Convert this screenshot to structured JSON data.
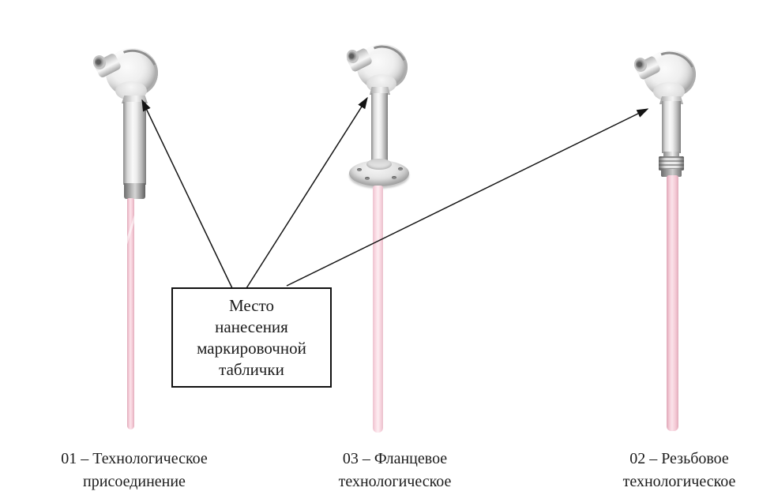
{
  "diagram": {
    "marking_box": {
      "text": "Место\nнанесения\nмаркировочной\nтаблички"
    },
    "captions": [
      {
        "text": "01 – Технологическое\nприсоединение"
      },
      {
        "text": "03 – Фланцевое\nтехнологическое"
      },
      {
        "text": "02 – Резьбовое\nтехнологическое"
      }
    ],
    "colors": {
      "background": "#ffffff",
      "rod_pink": "#f2c8d4",
      "rod_pink_light": "#f9dde4",
      "metal_highlight": "#f7f7f7",
      "metal_shadow": "#9b9b9b",
      "arrow_line": "#141414",
      "text": "#1b1b1b"
    }
  }
}
